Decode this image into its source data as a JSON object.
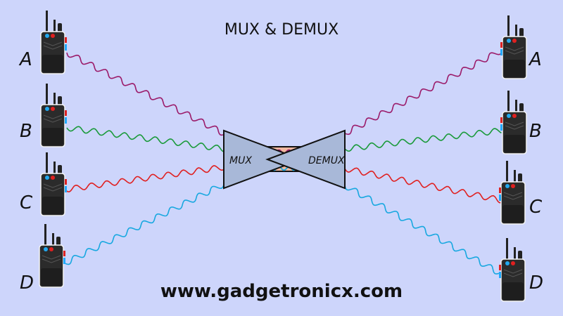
{
  "title": "MUX & DEMUX",
  "footer": "www.gadgetronicx.com",
  "mux_label": "MUX",
  "demux_label": "DEMUX",
  "left_channels": [
    "A",
    "B",
    "C",
    "D"
  ],
  "right_channels": [
    "A",
    "B",
    "C",
    "D"
  ],
  "colors": {
    "A": "#9b1b6a",
    "B": "#1a9a3a",
    "C": "#e02020",
    "D": "#18a8e0",
    "background": "#cdd5fb",
    "triangle": "#a8b8d8",
    "channel": "#f0b8a0"
  }
}
